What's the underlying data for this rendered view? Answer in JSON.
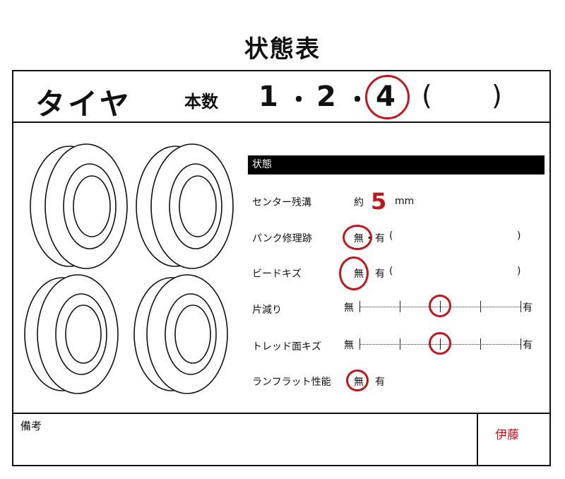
{
  "title": "状態表",
  "header": {
    "item": "タイヤ",
    "count_label": "本数",
    "options": [
      "1",
      "2",
      "4"
    ],
    "separator": "・",
    "selected": "4",
    "other_open": "(",
    "other_close": ")"
  },
  "status": {
    "section_title": "状態",
    "tread": {
      "label": "センター残溝",
      "prefix": "約",
      "value": "5",
      "unit": "mm"
    },
    "puncture": {
      "label": "パンク修理跡",
      "none": "無",
      "sep": "・",
      "yes": "有",
      "open": "(",
      "close": ")",
      "selected": "無"
    },
    "bead": {
      "label": "ビードキズ",
      "none": "無",
      "yes": "有",
      "open": "(",
      "close": ")",
      "selected": "無"
    },
    "uneven_wear": {
      "label": "片減り",
      "left": "無",
      "right": "有",
      "level": 0.5
    },
    "tread_damage": {
      "label": "トレッド面キズ",
      "left": "無",
      "right": "有",
      "level": 0.5
    },
    "runflat": {
      "label": "ランフラット性能",
      "none": "無",
      "yes": "有",
      "selected": "無"
    }
  },
  "footer": {
    "remarks_label": "備考",
    "signature": "伊藤"
  },
  "colors": {
    "mark": "#c0171c",
    "ink": "#111111",
    "bar": "#000000"
  }
}
